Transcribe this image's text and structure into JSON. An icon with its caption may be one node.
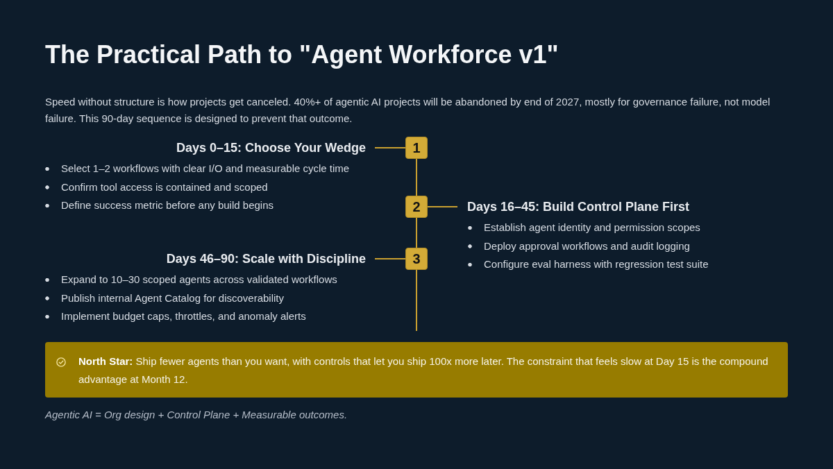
{
  "diagram": {
    "title": "The Practical Path to \"Agent Workforce v1\"",
    "caption": "Agentic AI = Org design + Control Plane + Measurable outcomes.",
    "nodes": [
      {
        "text": [
          "Days 0–15: Choose Your Wedge",
          "Select 1–2 workflows with clear I/O and measurable cycle time",
          "Confirm tool access is contained and scoped",
          "Define success metric before any build begins"
        ]
      },
      {
        "text": [
          "1"
        ]
      },
      {
        "text": [
          "2"
        ]
      },
      {
        "text": [
          "Days 16–45: Build Control Plane First",
          "Establish agent identity and permission scopes",
          "Deploy approval workflows and audit logging",
          "Configure eval harness with regression test suite"
        ]
      },
      {
        "text": [
          "Days 46–90: Scale with Discipline",
          "Expand to 10–30 scoped agents across validated workflows",
          "Publish internal Agent Catalog for discoverability",
          "Implement budget caps, throttles, and anomaly alerts"
        ]
      },
      {
        "text": [
          "3"
        ]
      },
      {
        "text": [
          "**North Star:** Ship fewer agents than you want, with controls that let you ship 100x more later. The constraint that feels slow at Day 15 is the compound advantage at Month 12."
        ]
      }
    ],
    "edges": [
      {
        "from": 0,
        "to": 1,
        "arrow": "none"
      },
      {
        "from": 1,
        "to": 2,
        "arrow": "none"
      },
      {
        "from": 2,
        "to": 3,
        "arrow": "none"
      },
      {
        "from": 4,
        "to": 5,
        "arrow": "none"
      },
      {
        "from": 2,
        "to": 5,
        "arrow": "none"
      },
      {
        "from": 5,
        "to": null,
        "arrow": "none"
      }
    ],
    "labels": [
      "Speed without structure is how projects get canceled. 40%+ of agentic AI projects will be abandoned by end of 2027, mostly for governance failure, not model failure. This 90-day sequence is designed to prevent that outcome."
    ]
  }
}
